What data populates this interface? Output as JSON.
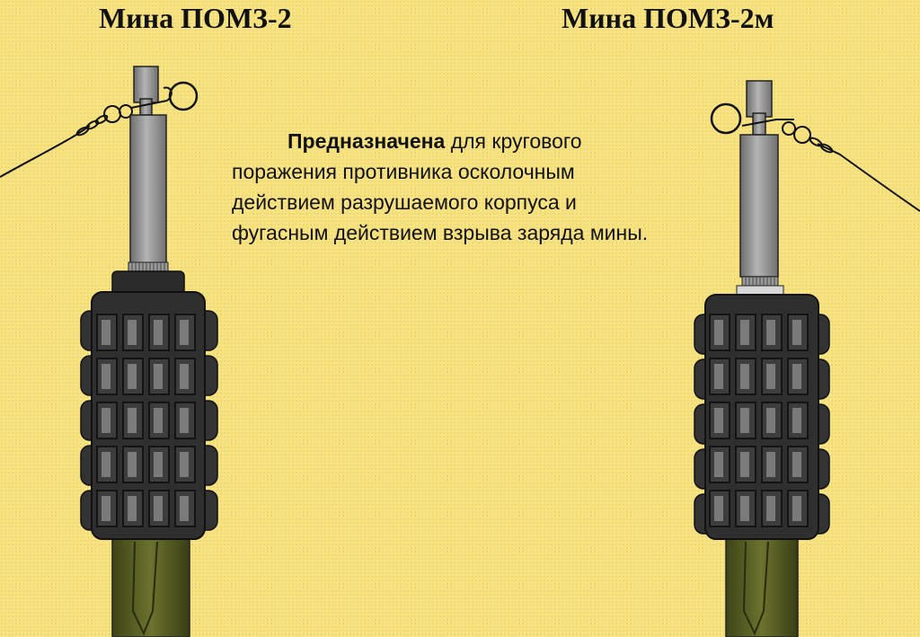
{
  "titles": {
    "left": "Мина ПОМЗ-2",
    "right": "Мина ПОМЗ-2м"
  },
  "description": {
    "lead": "Предназначена",
    "rest": " для кругового поражения противника осколочным действием разрушаемого корпуса и фугасным действием взрыва заряда мины."
  },
  "colors": {
    "background": "#f7e27e",
    "body": "#2b2b2b",
    "fuse": "#8e8e8e",
    "stake": "#5f6426"
  }
}
